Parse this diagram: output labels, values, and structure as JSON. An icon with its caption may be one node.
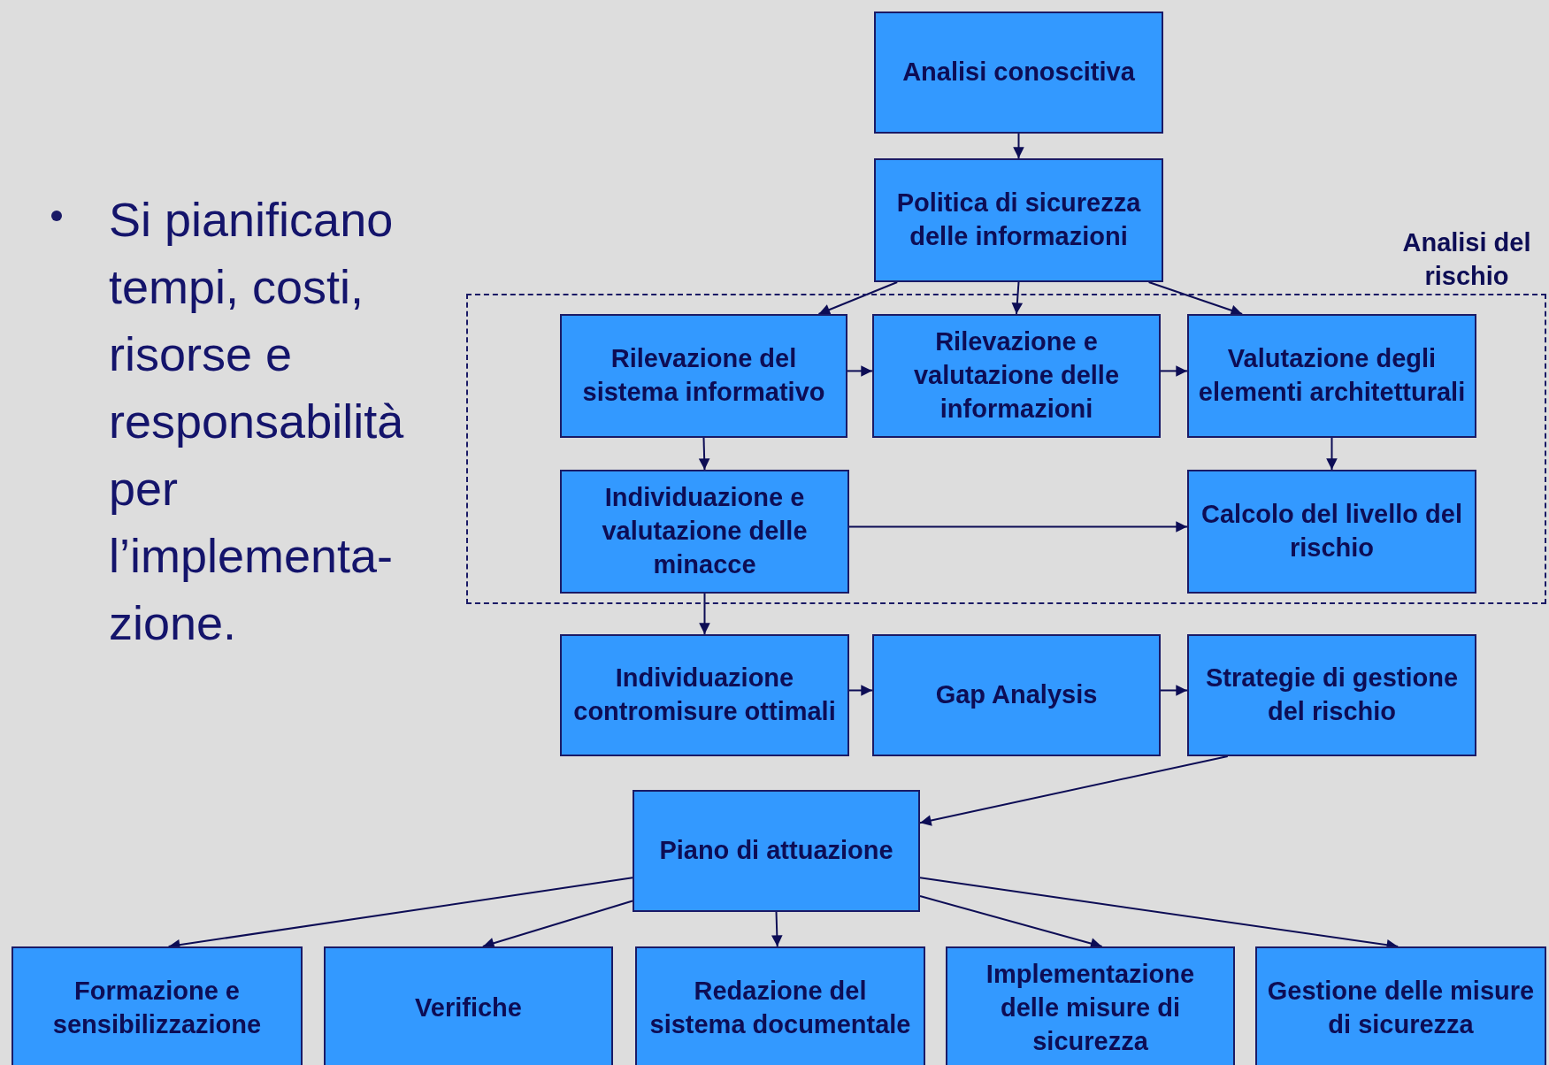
{
  "diagram": {
    "nodes": [
      {
        "text": [
          "Analisi conoscitiva"
        ]
      },
      {
        "text": [
          "Politica di sicurezza delle informazioni"
        ]
      },
      {
        "text": [
          "Analisi del rischio"
        ]
      },
      {
        "text": [
          "Rilevazione del sistema informativo"
        ],
        "in": 2
      },
      {
        "text": [
          "Rilevazione e valutazione delle informazioni"
        ],
        "in": 2
      },
      {
        "text": [
          "Valutazione degli elementi architetturali"
        ],
        "in": 2
      },
      {
        "text": [
          "Individuazione e valutazione delle minacce"
        ],
        "in": 2
      },
      {
        "text": [
          "Calcolo del livello del rischio"
        ],
        "in": 2
      },
      {
        "text": [
          "Individuazione contromisure ottimali"
        ]
      },
      {
        "text": [
          "Gap Analysis"
        ]
      },
      {
        "text": [
          "Strategie di gestione del rischio"
        ]
      },
      {
        "text": [
          "Piano di attuazione"
        ]
      },
      {
        "text": [
          "Formazione e sensibilizzazione"
        ]
      },
      {
        "text": [
          "Verifiche"
        ]
      },
      {
        "text": [
          "Redazione del sistema documentale"
        ]
      },
      {
        "text": [
          "Implementazione delle misure di sicurezza"
        ]
      },
      {
        "text": [
          "Gestione delle misure di sicurezza"
        ]
      }
    ],
    "edges": [
      {
        "from": 0,
        "to": 1,
        "arrow": "to"
      },
      {
        "from": 1,
        "to": 3,
        "arrow": "to"
      },
      {
        "from": 1,
        "to": 4,
        "arrow": "to"
      },
      {
        "from": 1,
        "to": 5,
        "arrow": "to"
      },
      {
        "from": 3,
        "to": 4,
        "arrow": "to"
      },
      {
        "from": 4,
        "to": 5,
        "arrow": "to"
      },
      {
        "from": 3,
        "to": 6,
        "arrow": "to"
      },
      {
        "from": 5,
        "to": 7,
        "arrow": "to"
      },
      {
        "from": 6,
        "to": 7,
        "arrow": "to"
      },
      {
        "from": 6,
        "to": 8,
        "arrow": "to"
      },
      {
        "from": 8,
        "to": 9,
        "arrow": "to"
      },
      {
        "from": 9,
        "to": 10,
        "arrow": "to"
      },
      {
        "from": 10,
        "to": 11,
        "arrow": "to"
      },
      {
        "from": 11,
        "to": 12,
        "arrow": "to"
      },
      {
        "from": 11,
        "to": 13,
        "arrow": "to"
      },
      {
        "from": 11,
        "to": 14,
        "arrow": "to"
      },
      {
        "from": 11,
        "to": 15,
        "arrow": "to"
      },
      {
        "from": 11,
        "to": 16,
        "arrow": "to"
      }
    ],
    "labels": [
      "Si pianificano tempi, costi, risorse e responsabilità per l’implementa- zione."
    ]
  }
}
